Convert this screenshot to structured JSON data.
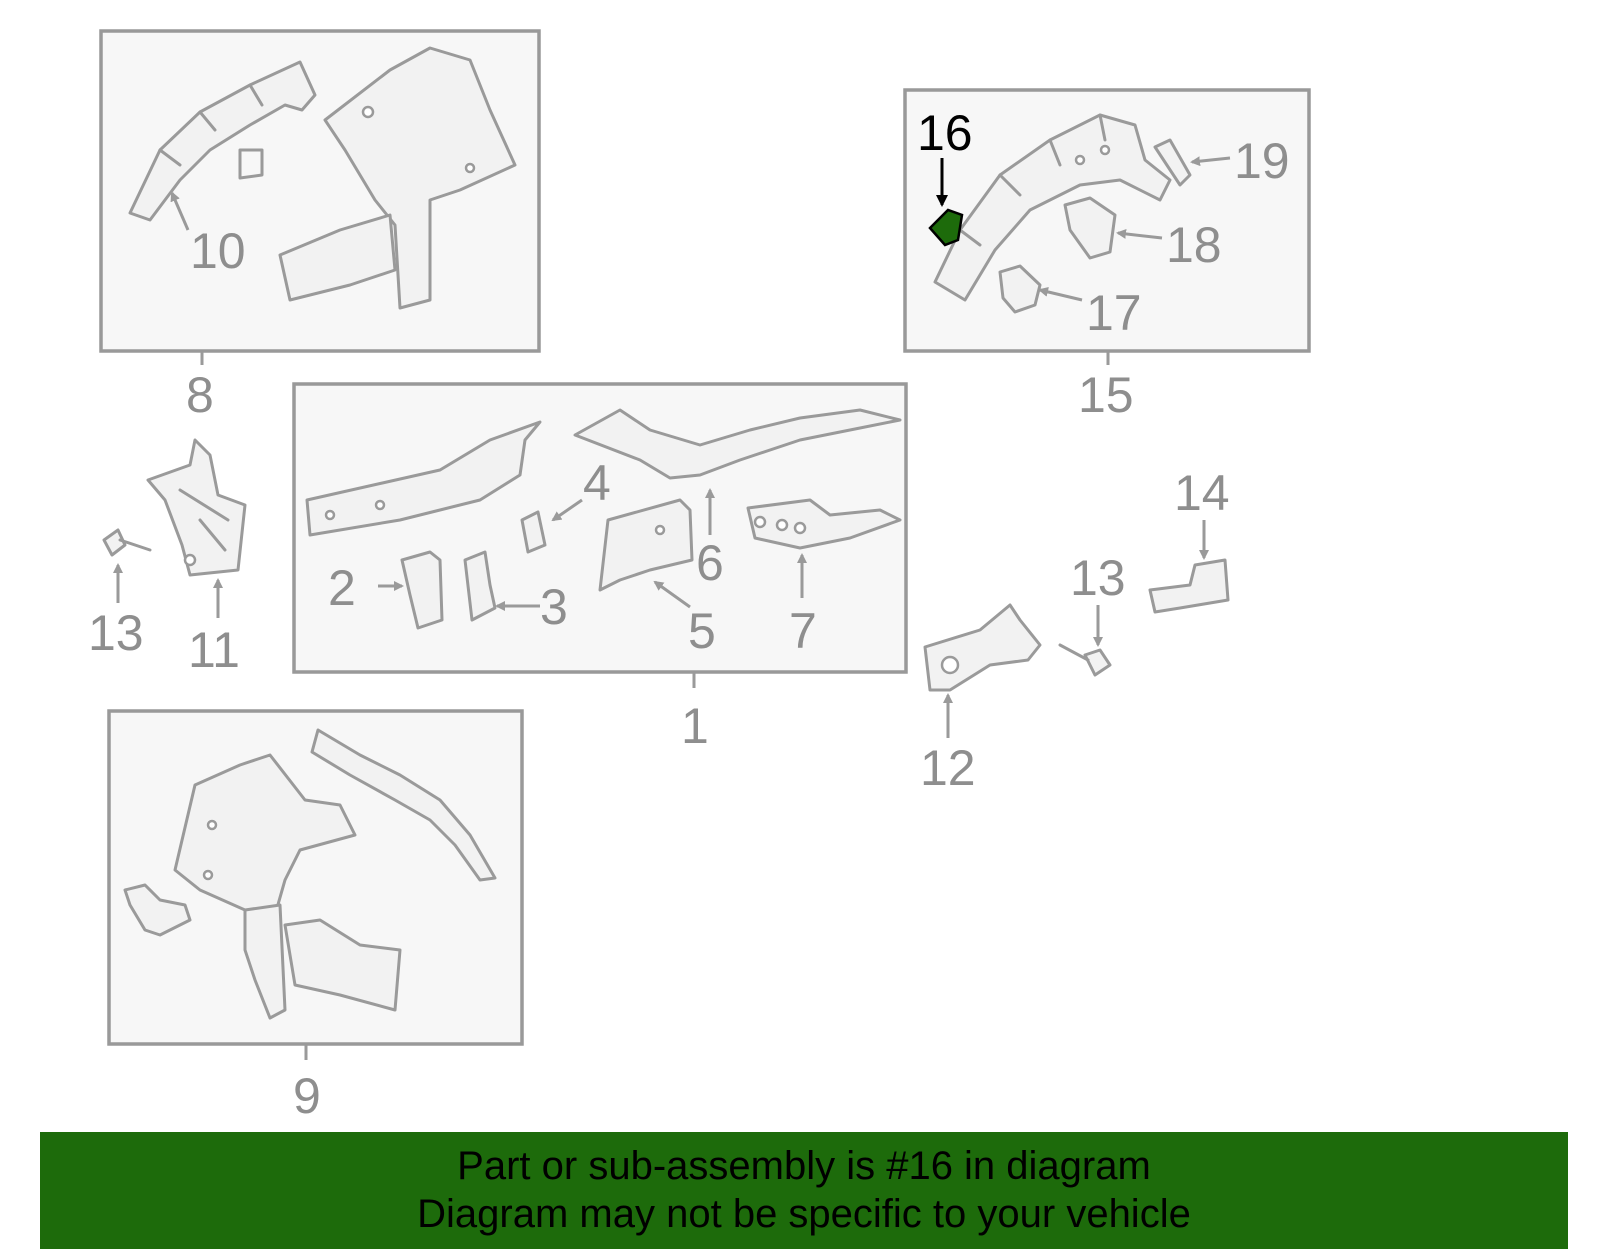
{
  "diagram": {
    "highlight_color": "#1d6b0b",
    "highlighted_part": "16",
    "callouts": [
      "1",
      "2",
      "3",
      "4",
      "5",
      "6",
      "7",
      "8",
      "9",
      "10",
      "11",
      "12",
      "13",
      "13",
      "14",
      "15",
      "16",
      "17",
      "18",
      "19"
    ]
  },
  "banner": {
    "line1": "Part or sub-assembly is #16 in diagram",
    "line2": "Diagram may not be specific to your vehicle"
  }
}
